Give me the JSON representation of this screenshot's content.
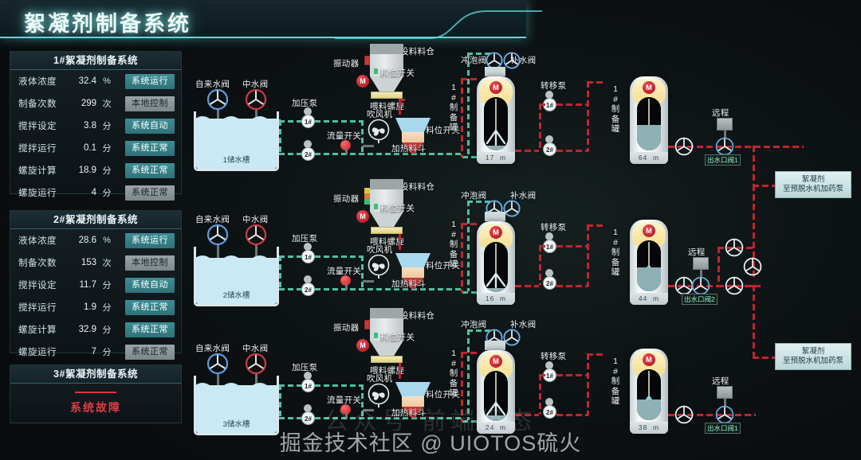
{
  "header": {
    "title": "絮凝剂制备系统"
  },
  "panels": [
    {
      "title": "1#絮凝剂制备系统",
      "rows": [
        {
          "label": "液体浓度",
          "value": "32.4",
          "unit": "%",
          "badge": "系统运行",
          "badge_style": "teal"
        },
        {
          "label": "制备次数",
          "value": "299",
          "unit": "次",
          "badge": "本地控制",
          "badge_style": "grey"
        },
        {
          "label": "搅拌设定",
          "value": "3.8",
          "unit": "分",
          "badge": "系统自动",
          "badge_style": "teal"
        },
        {
          "label": "搅拌运行",
          "value": "0.1",
          "unit": "分",
          "badge": "系统正常",
          "badge_style": "teal"
        },
        {
          "label": "螺旋计算",
          "value": "18.9",
          "unit": "分",
          "badge": "系统正常",
          "badge_style": "teal"
        },
        {
          "label": "螺旋运行",
          "value": "4",
          "unit": "分",
          "badge": "系统正常",
          "badge_style": "grey"
        }
      ]
    },
    {
      "title": "2#絮凝剂制备系统",
      "rows": [
        {
          "label": "液体浓度",
          "value": "28.6",
          "unit": "%",
          "badge": "系统运行",
          "badge_style": "teal"
        },
        {
          "label": "制备次数",
          "value": "153",
          "unit": "次",
          "badge": "本地控制",
          "badge_style": "grey"
        },
        {
          "label": "搅拌设定",
          "value": "11.7",
          "unit": "分",
          "badge": "系统自动",
          "badge_style": "teal"
        },
        {
          "label": "搅拌运行",
          "value": "1.9",
          "unit": "分",
          "badge": "系统正常",
          "badge_style": "teal"
        },
        {
          "label": "螺旋计算",
          "value": "32.9",
          "unit": "分",
          "badge": "系统正常",
          "badge_style": "teal"
        },
        {
          "label": "螺旋运行",
          "value": "7",
          "unit": "分",
          "badge": "系统正常",
          "badge_style": "grey"
        }
      ]
    }
  ],
  "fault_panel": {
    "title": "3#絮凝剂制备系统",
    "status": "系统故障"
  },
  "labels": {
    "tap_water_valve": "自来水阀",
    "reclaimed_water_valve": "中水阀",
    "booster_pump": "加压泵",
    "flow_switch": "流量开关",
    "feed_silo": "投料料仓",
    "vibrator": "振动器",
    "level_switch": "料位开关",
    "feed_screw": "喂料螺旋",
    "blower": "吹风机",
    "heating_hopper": "加热料斗",
    "hopper_level_switch": "料位开关",
    "brew_valve": "冲泡阀",
    "makeup_valve": "补水阀",
    "prep_tank": "1#制备罐",
    "transfer_pump": "转移泵",
    "remote": "远程",
    "pump_1": "1#",
    "pump_2": "2#",
    "motor": "M"
  },
  "rows": [
    {
      "tank_name": "1储水槽",
      "prep_tank_left_value": "17",
      "prep_tank_left_unit": "m",
      "prep_tank_right_value": "64",
      "prep_tank_right_unit": "m",
      "outlet_tag": "出水口阀1",
      "destination": "絮凝剂\n至预脱水机加药泵",
      "destination_line1": "絮凝剂",
      "destination_line2": "至预脱水机加药泵"
    },
    {
      "tank_name": "2储水槽",
      "prep_tank_left_value": "16",
      "prep_tank_left_unit": "m",
      "prep_tank_right_value": "44",
      "prep_tank_right_unit": "m",
      "outlet_tag": "出水口阀2",
      "destination_line1": "絮凝剂",
      "destination_line2": "至预脱水机加药泵"
    },
    {
      "tank_name": "3储水槽",
      "prep_tank_left_value": "24",
      "prep_tank_left_unit": "m",
      "prep_tank_right_value": "38",
      "prep_tank_right_unit": "m",
      "outlet_tag": "出水口阀1",
      "destination_line1": "",
      "destination_line2": ""
    }
  ],
  "watermark": {
    "main": "掘金技术社区 @ UIOTOS硫火",
    "back": "公众号  前端组态"
  },
  "colors": {
    "accent_teal": "#5fd8d8",
    "pipe_green": "#4fbfa0",
    "pipe_red": "#c0252f",
    "fault_red": "#e23a44",
    "water_blue": "#c9e9f4",
    "badge_teal": "#3d8e96",
    "badge_grey": "#9aa4a6"
  }
}
